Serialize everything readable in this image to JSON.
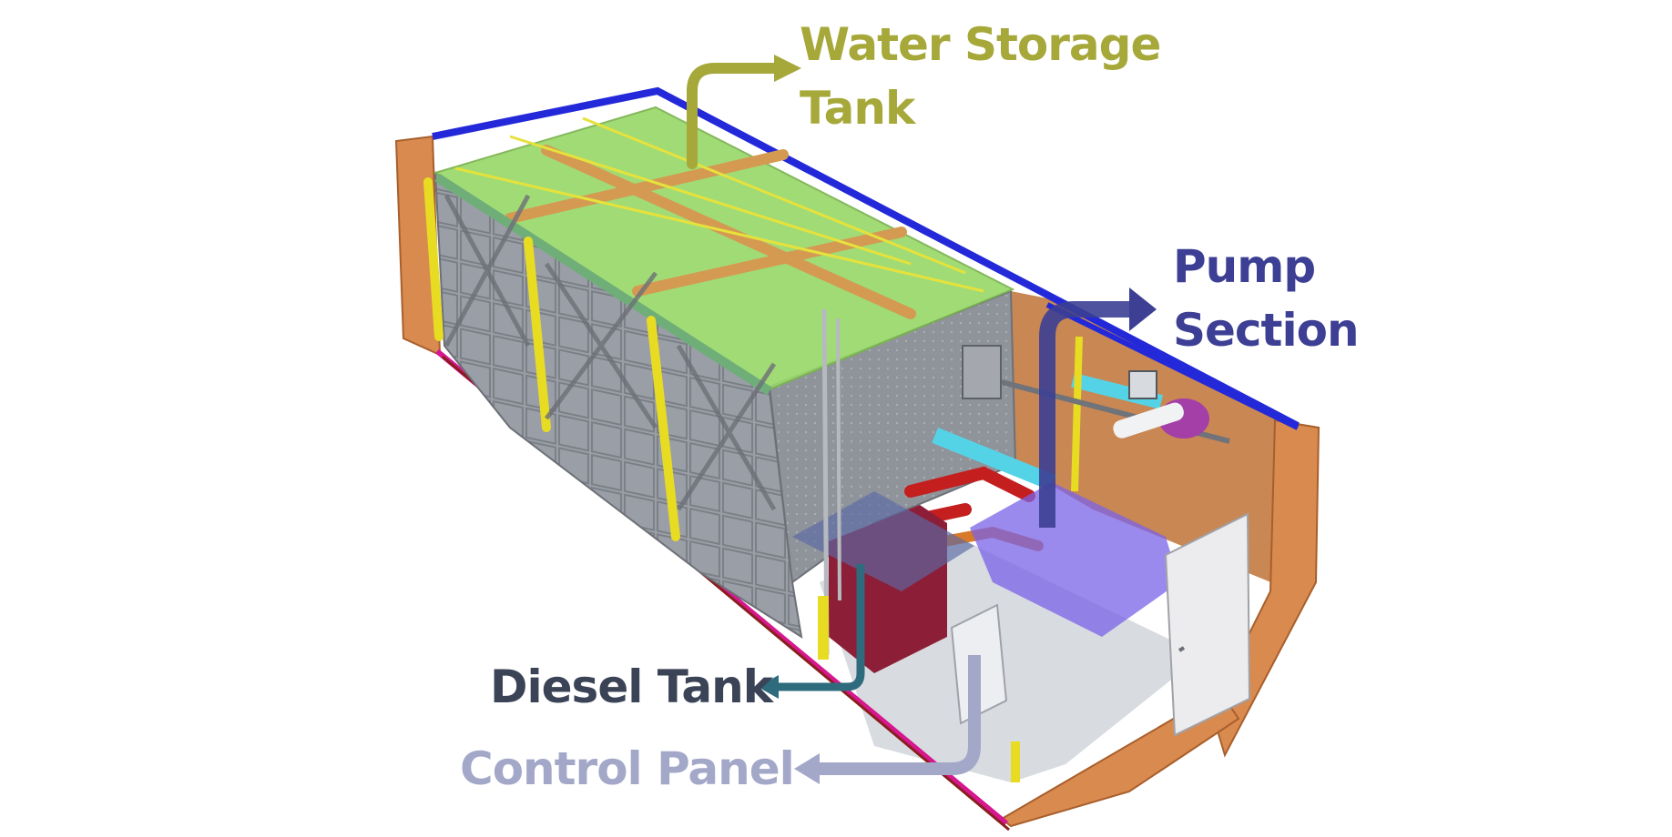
{
  "labels": {
    "water_storage_line1": "Water Storage",
    "water_storage_line2": "Tank",
    "pump_line1": "Pump",
    "pump_line2": "Section",
    "diesel": "Diesel Tank",
    "control": "Control Panel"
  },
  "colors": {
    "water_storage": "#a6a83a",
    "pump": "#3c3f94",
    "diesel_text": "#3b4356",
    "diesel_arrow": "#2e6b7d",
    "control": "#a3a8c8",
    "container_wall": "#d98a4f",
    "roof_rail": "#2329d8",
    "tank_top": "#9ad86a",
    "tank_side": "#9a9ea6",
    "base_rail": "#d6178f"
  }
}
